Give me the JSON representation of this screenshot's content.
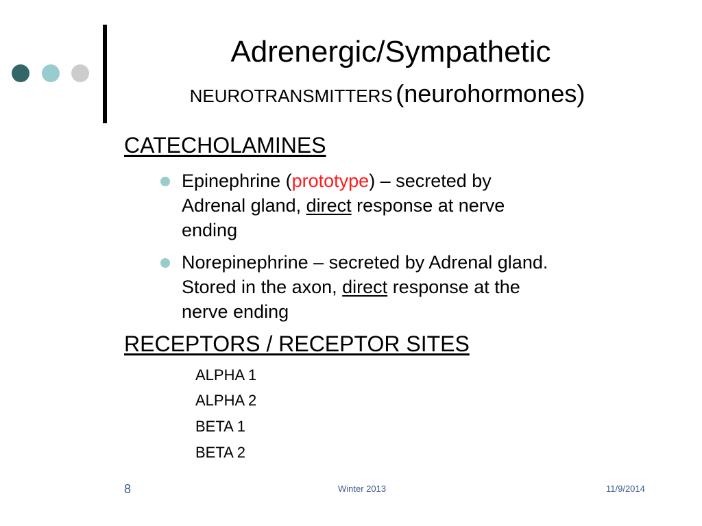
{
  "colors": {
    "dot1": "#336666",
    "dot2": "#99cccc",
    "dot3": "#cccccc",
    "bullet": "#99cccc",
    "accent_red": "#ff1a1a",
    "footer": "#3a5a8c"
  },
  "title": {
    "line1": "Adrenergic/Sympathetic",
    "line2_small": "NEUROTRANSMITTERS",
    "line2_large": "(neurohormones)"
  },
  "section1": {
    "heading": "CATECHOLAMINES",
    "bullets": [
      {
        "pre": "Epinephrine (",
        "highlight": "prototype",
        "post_line1": ") – secreted by",
        "line2_pre": "Adrenal gland, ",
        "line2_underline": "direct",
        "line2_post": " response at nerve",
        "line3": "ending"
      },
      {
        "line1": "Norepinephrine – secreted by Adrenal gland.",
        "line2_pre": "Stored in the axon, ",
        "line2_underline": "direct",
        "line2_post": " response at the",
        "line3": "nerve ending"
      }
    ]
  },
  "section2": {
    "heading": "RECEPTORS / RECEPTOR SITES",
    "items": [
      "ALPHA 1",
      "ALPHA 2",
      "BETA 1",
      "BETA 2"
    ]
  },
  "footer": {
    "page_number": "8",
    "center": "Winter 2013",
    "date": "11/9/2014"
  }
}
